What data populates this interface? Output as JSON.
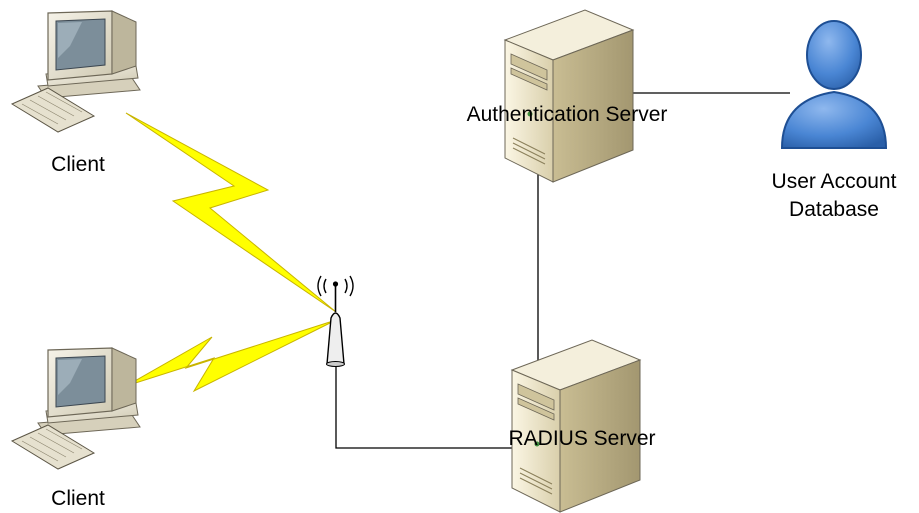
{
  "diagram": {
    "labels": {
      "client_top": "Client",
      "client_bottom": "Client",
      "auth_server": "Authentication Server",
      "radius_server": "RADIUS Server",
      "user_db_line1": "User Account",
      "user_db_line2": "Database"
    },
    "colors": {
      "link_line": "#000000",
      "wireless_bolt_fill": "#ffff00",
      "wireless_bolt_stroke": "#c8b400",
      "server_body": "#ece3c6",
      "server_shadow": "#b9ad86",
      "computer_beige": "#e9e4d2",
      "screen": "#7c8e9a",
      "person_blue": "#4a86d4",
      "person_dark": "#1e4f94"
    },
    "icons": [
      "computer-icon",
      "wireless-access-point-icon",
      "server-icon",
      "user-icon"
    ]
  }
}
